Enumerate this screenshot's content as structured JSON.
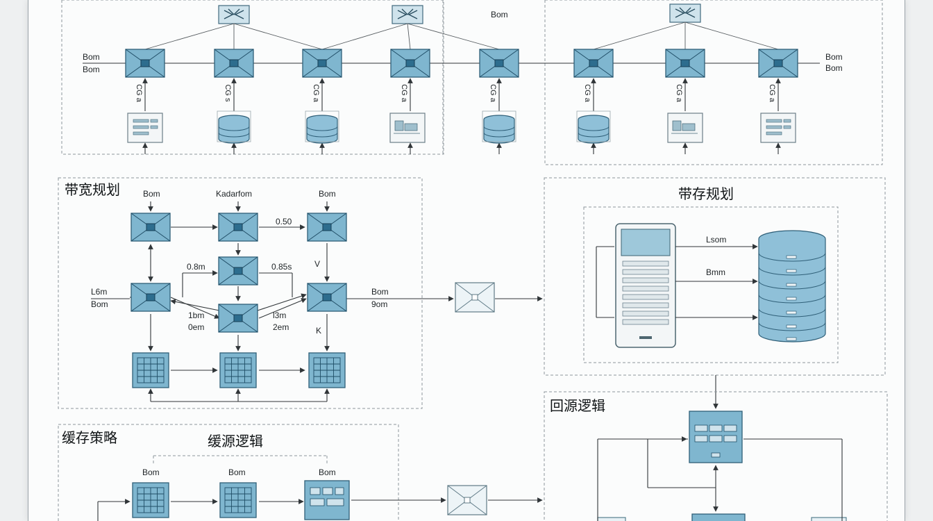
{
  "sections": {
    "bandwidth_title": "带宽规划",
    "storage_title": "带存规划",
    "cache_strategy_title": "缓存策略",
    "cache_source_title": "缓源逻辑",
    "origin_title": "回源逻辑"
  },
  "top_labels": {
    "center_top": "Bom",
    "left_upper": "Bom",
    "left_lower": "Bom",
    "right_upper": "Bom",
    "right_lower": "Bom",
    "vertical": [
      "CG a",
      "CG s",
      "CG a",
      "CG a",
      "CG a",
      "CG a",
      "CG a",
      "CG a"
    ]
  },
  "bandwidth_labels": {
    "top_left": "Bom",
    "top_center": "Kadarfom",
    "top_right": "Bom",
    "mid_right_link": "0.50",
    "left_a": "L6m",
    "left_b": "Bom",
    "center_left": "0.8m",
    "center_right": "0.85s",
    "v_mark": "V",
    "low_left_a": "1bm",
    "low_left_b": "0em",
    "low_right_a": "l3m",
    "low_right_b": "2em",
    "k_mark": "K",
    "out_a": "Bom",
    "out_b": "9om"
  },
  "storage_labels": {
    "link_a": "Lsom",
    "link_b": "Bmm"
  },
  "cache_labels": {
    "a": "Bom",
    "b": "Bom",
    "c": "Bom"
  }
}
